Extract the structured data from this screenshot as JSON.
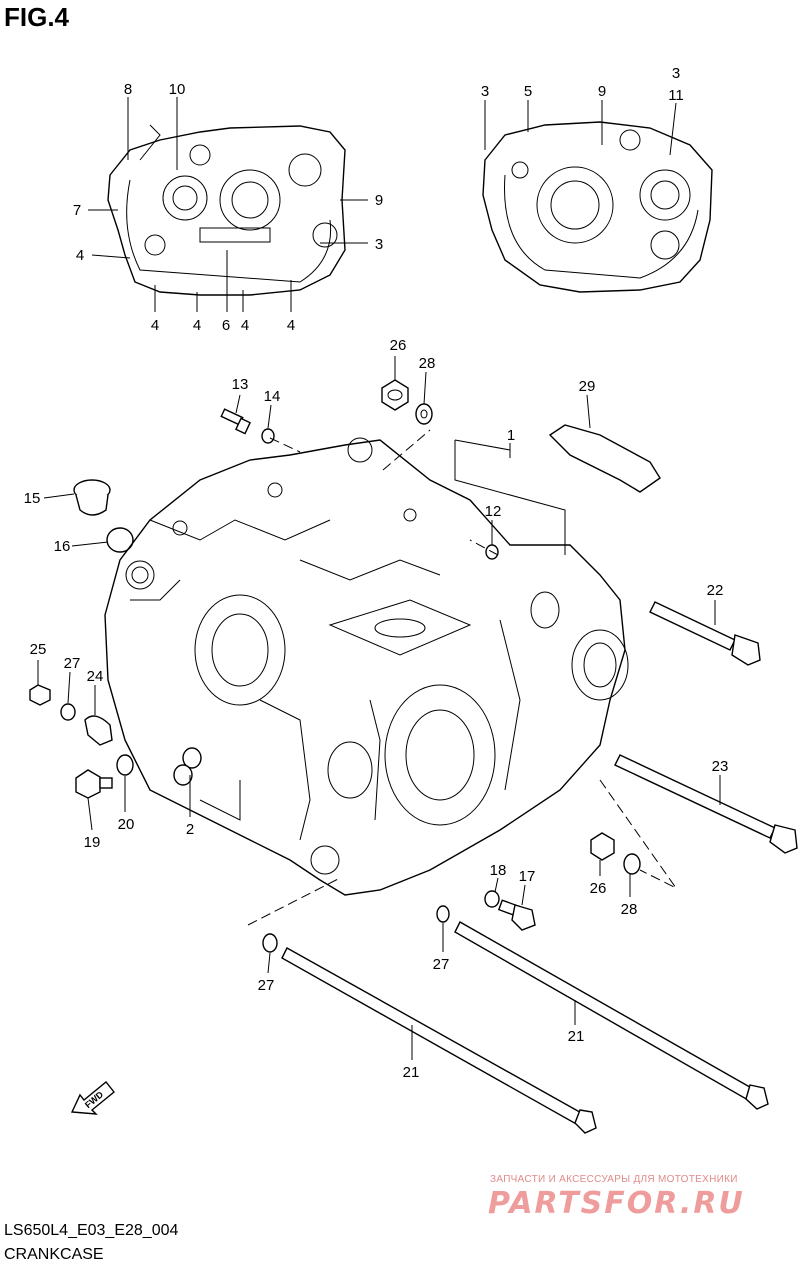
{
  "figure_title": "FIG.4",
  "diagram_code": "LS650L4_E03_E28_004",
  "caption": "CRANKCASE",
  "fwd_label": "FWD",
  "watermark": {
    "tagline": "ЗАПЧАСТИ И АКСЕССУАРЫ ДЛЯ МОТОТЕХНИКИ",
    "brand": "PARTSFOR.RU"
  },
  "callouts": {
    "c1": "1",
    "c2": "2",
    "c3a": "3",
    "c3b": "3",
    "c3c": "3",
    "c4a": "4",
    "c4b": "4",
    "c4c": "4",
    "c4d": "4",
    "c4e": "4",
    "c5": "5",
    "c6": "6",
    "c7": "7",
    "c8": "8",
    "c9a": "9",
    "c9b": "9",
    "c10": "10",
    "c11": "11",
    "c12": "12",
    "c13": "13",
    "c14": "14",
    "c15": "15",
    "c16": "16",
    "c17": "17",
    "c18": "18",
    "c19": "19",
    "c20": "20",
    "c21a": "21",
    "c21b": "21",
    "c22": "22",
    "c23": "23",
    "c24": "24",
    "c25": "25",
    "c26a": "26",
    "c26b": "26",
    "c27a": "27",
    "c27b": "27",
    "c27c": "27",
    "c28a": "28",
    "c28b": "28",
    "c29": "29"
  }
}
